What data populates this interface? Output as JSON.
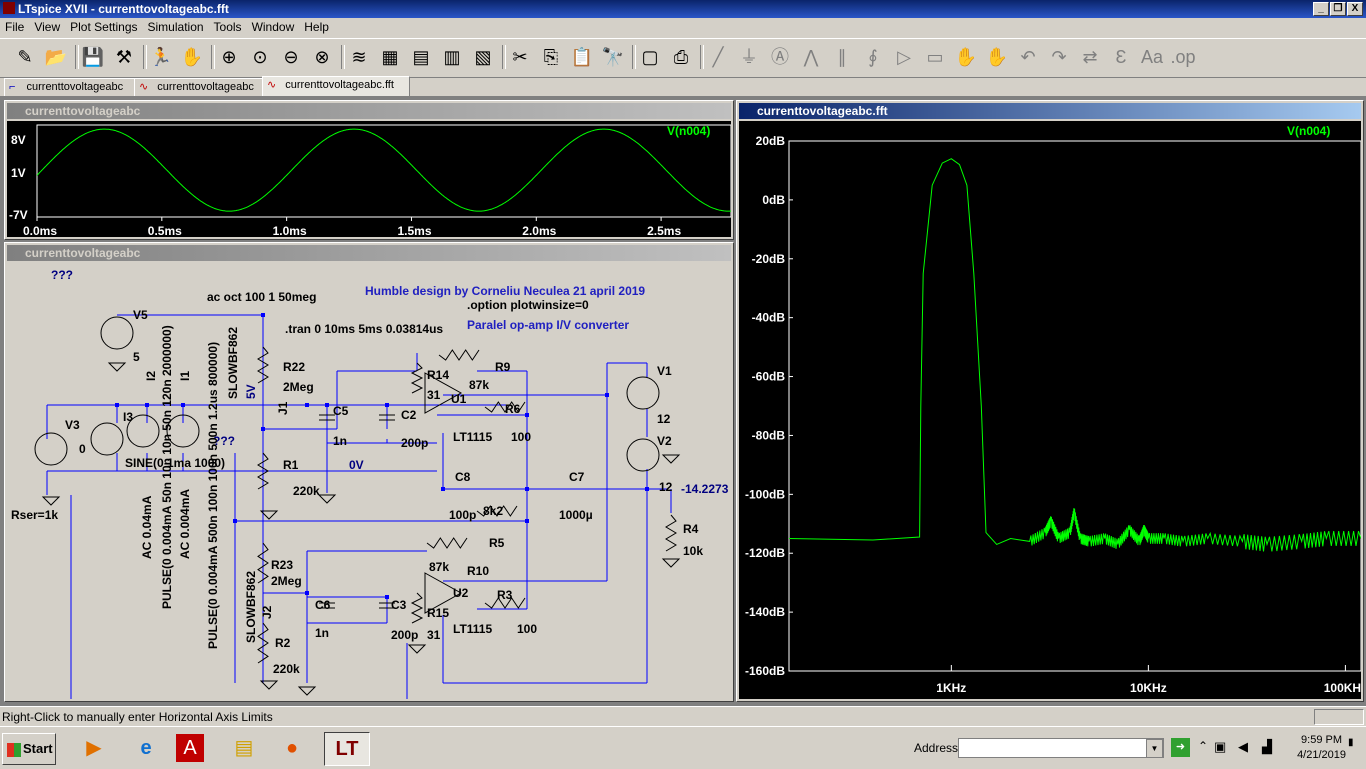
{
  "app": {
    "title": "LTspice XVII - currenttovoltageabc.fft",
    "icon": "ltspice-logo-icon"
  },
  "window_buttons": [
    "_",
    "❐",
    "X"
  ],
  "menu": [
    "File",
    "View",
    "Plot Settings",
    "Simulation",
    "Tools",
    "Window",
    "Help"
  ],
  "toolbar_icons": [
    "new-schematic-icon",
    "open-icon",
    "save-icon",
    "control-panel-icon",
    "run-icon",
    "halt-icon",
    "zoom-in-icon",
    "zoom-area-icon",
    "zoom-out-icon",
    "zoom-cancel-icon",
    "autorange-icon",
    "grid-icon",
    "tile-horizontal-icon",
    "cascade-icon",
    "tile-vertical-icon",
    "cut-icon",
    "copy-icon",
    "paste-icon",
    "find-icon",
    "print-preview-icon",
    "print-icon",
    "wire-icon",
    "ground-icon",
    "label-icon",
    "resistor-icon",
    "capacitor-icon",
    "inductor-icon",
    "diode-icon",
    "component-icon",
    "move-icon",
    "drag-icon",
    "undo-icon",
    "redo-icon",
    "rotate-icon",
    "mirror-icon",
    "text-icon",
    "spice-directive-icon"
  ],
  "tabs": [
    {
      "label": "currenttovoltageabc",
      "icon": "schematic-tab-icon"
    },
    {
      "label": "currenttovoltageabc",
      "icon": "waveform-tab-icon"
    },
    {
      "label": "currenttovoltageabc.fft",
      "icon": "waveform-tab-icon"
    }
  ],
  "panels": {
    "transient": {
      "title": "currenttovoltageabc"
    },
    "schematic": {
      "title": "currenttovoltageabc"
    },
    "fft": {
      "title": "currenttovoltageabc.fft"
    }
  },
  "transient_plot": {
    "trace_label": "V(n004)",
    "y_ticks": [
      "8V",
      "1V",
      "-7V"
    ],
    "x_ticks": [
      "0.0ms",
      "0.5ms",
      "1.0ms",
      "1.5ms",
      "2.0ms",
      "2.5ms"
    ],
    "trace_color": "#00ff00"
  },
  "chart_data": {
    "type": "line",
    "trace_label": "V(n004)",
    "y_ticks": [
      "20dB",
      "0dB",
      "-20dB",
      "-40dB",
      "-60dB",
      "-80dB",
      "-100dB",
      "-120dB",
      "-140dB",
      "-160dB"
    ],
    "x_ticks": [
      "1KHz",
      "10KHz",
      "100KHz"
    ],
    "x_scale": "log",
    "xlim": [
      150,
      120000
    ],
    "ylim": [
      -160,
      20
    ],
    "series": [
      {
        "name": "V(n004)",
        "color": "#00ff00",
        "x": [
          150,
          400,
          690,
          700,
          720,
          800,
          900,
          1000,
          1100,
          1200,
          1300,
          1420,
          1500,
          1700,
          2000,
          2500,
          3000,
          3200,
          3500,
          4000,
          4200,
          4500,
          5000,
          6000,
          7000,
          8000,
          9000,
          9500,
          10000,
          12000,
          15000,
          20000,
          30000,
          40000,
          60000,
          80000,
          120000
        ],
        "y": [
          -115,
          -115.5,
          -114.5,
          -70,
          -25,
          5,
          12.5,
          14,
          12,
          5,
          -25,
          -70,
          -113,
          -117,
          -115,
          -116,
          -113,
          -109,
          -115,
          -113,
          -106,
          -115,
          -116,
          -115,
          -117,
          -112,
          -116,
          -112,
          -115,
          -115,
          -116,
          -115,
          -116,
          -117,
          -116,
          -115,
          -115
        ]
      }
    ]
  },
  "schematic": {
    "labels": [
      {
        "t": "???"
      },
      {
        "t": "V5"
      },
      {
        "t": "5"
      },
      {
        "t": "I2"
      },
      {
        "t": "I1"
      },
      {
        "t": "I3"
      },
      {
        "t": "V3"
      },
      {
        "t": "0"
      },
      {
        "t": "Rser=1k"
      },
      {
        "t": "SINE(0 1ma 1000)"
      },
      {
        "t": "???"
      },
      {
        "t": "ac oct 100 1 50meg"
      },
      {
        "t": "SLOWBF862"
      },
      {
        "t": "5V"
      },
      {
        "t": "R22"
      },
      {
        "t": "2Meg"
      },
      {
        "t": "J1"
      },
      {
        "t": "C5"
      },
      {
        "t": "1n"
      },
      {
        "t": "R1"
      },
      {
        "t": "220k"
      },
      {
        "t": "0V"
      },
      {
        "t": ".tran 0 10ms 5ms 0.03814us"
      },
      {
        "t": "Humble design by Corneliu Neculea 21 april 2019"
      },
      {
        "t": ".option plotwinsize=0"
      },
      {
        "t": "Paralel op-amp I/V converter"
      },
      {
        "t": "R14"
      },
      {
        "t": "31"
      },
      {
        "t": "R9"
      },
      {
        "t": "87k"
      },
      {
        "t": "U1"
      },
      {
        "t": "R6"
      },
      {
        "t": "C2"
      },
      {
        "t": "200p"
      },
      {
        "t": "LT1115"
      },
      {
        "t": "100"
      },
      {
        "t": "V1"
      },
      {
        "t": "12"
      },
      {
        "t": "V2"
      },
      {
        "t": "12"
      },
      {
        "t": "-14.2273"
      },
      {
        "t": "C8"
      },
      {
        "t": "100p"
      },
      {
        "t": "8k2"
      },
      {
        "t": "R5"
      },
      {
        "t": "C7"
      },
      {
        "t": "1000µ"
      },
      {
        "t": "R4"
      },
      {
        "t": "10k"
      },
      {
        "t": "R23"
      },
      {
        "t": "2Meg"
      },
      {
        "t": "87k"
      },
      {
        "t": "R10"
      },
      {
        "t": "U2"
      },
      {
        "t": "R3"
      },
      {
        "t": "J2"
      },
      {
        "t": "C6"
      },
      {
        "t": "C3"
      },
      {
        "t": "R15"
      },
      {
        "t": "1n"
      },
      {
        "t": "200p"
      },
      {
        "t": "31"
      },
      {
        "t": "LT1115"
      },
      {
        "t": "100"
      },
      {
        "t": "SLOWBF862"
      },
      {
        "t": "R2"
      },
      {
        "t": "220k"
      },
      {
        "t": "AC 0.04mA"
      },
      {
        "t": "PULSE(0 0.004mA 50n 10n 10n 50n 120n 2000000)"
      },
      {
        "t": "AC 0.004mA"
      },
      {
        "t": "PULSE(0 0.004mA 500n 100n 100n 500n 1.2us 800000)"
      }
    ],
    "label_color": "#000080",
    "wire_color": "#0000ff"
  },
  "status": {
    "text": "Right-Click to manually enter Horizontal Axis Limits"
  },
  "taskbar": {
    "start": "Start",
    "apps": [
      "media-player-icon",
      "internet-explorer-icon",
      "acrobat-icon",
      "explorer-icon",
      "firefox-icon",
      "ltspice-icon"
    ],
    "address_label": "Address",
    "address_value": "",
    "tray_icons": [
      "chevron-up-icon",
      "network-icon",
      "volume-icon",
      "signal-icon"
    ],
    "time": "9:59 PM",
    "date": "4/21/2019"
  }
}
